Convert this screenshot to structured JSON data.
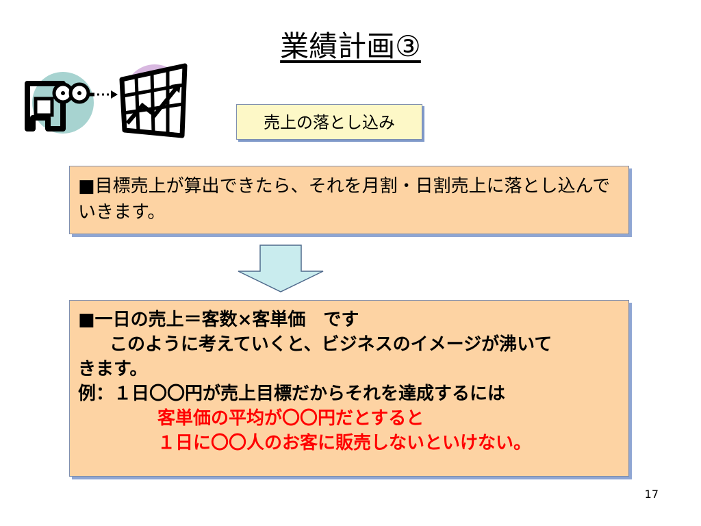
{
  "title": "業績計画③",
  "label": "売上の落とし込み",
  "box1": {
    "text": "■目標売上が算出できたら、それを月割・日割売上に落とし込んでいきます。"
  },
  "box2": {
    "line1": "■一日の売上＝客数×客単価　です",
    "line2": "このように考えていくと、ビジネスのイメージが沸いて",
    "line3": "きます。",
    "line4": "例：１日〇〇円が売上目標だからそれを達成するには",
    "line5": "客単価の平均が〇〇円だとすると",
    "line6": "１日に〇〇人のお客に販売しないといけない。"
  },
  "page_number": "17",
  "colors": {
    "box_fill": "#fdd3a3",
    "label_fill": "#fdf8c7",
    "highlight_text": "#ff0000",
    "arrow_fill": "#c9ecee"
  },
  "icons": [
    "face-with-glasses-icon",
    "growth-chart-icon"
  ]
}
